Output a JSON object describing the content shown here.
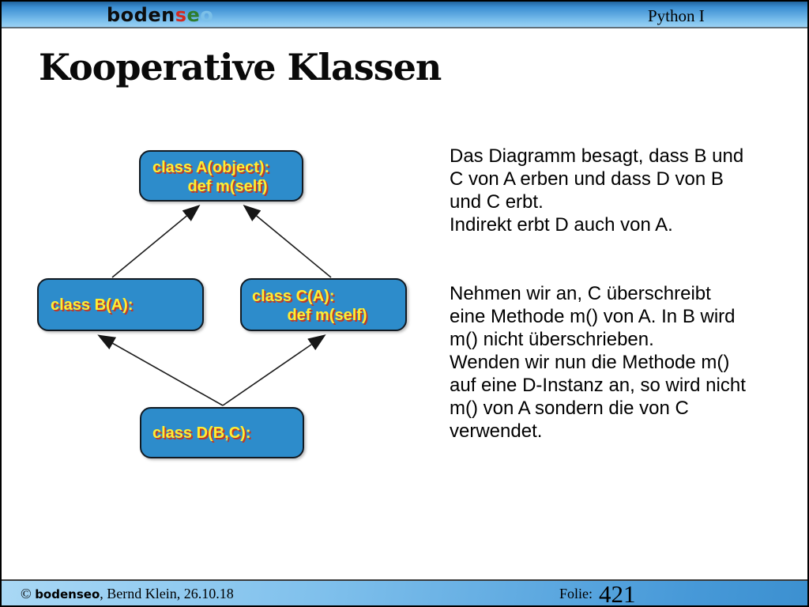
{
  "header": {
    "logo": {
      "part_black": "boden",
      "part_red": "s",
      "part_green": "e",
      "part_blue": "o"
    },
    "course_label": "Python I"
  },
  "slide": {
    "title": "Kooperative Klassen"
  },
  "diagram": {
    "nodes": [
      {
        "id": "A",
        "label": "class A(object):\n        def m(self)"
      },
      {
        "id": "B",
        "label": "class B(A):"
      },
      {
        "id": "C",
        "label": "class C(A):\n        def m(self)"
      },
      {
        "id": "D",
        "label": "class D(B,C):"
      }
    ],
    "edges": [
      {
        "from": "B",
        "to": "A"
      },
      {
        "from": "C",
        "to": "A"
      },
      {
        "from": "D",
        "to": "B"
      },
      {
        "from": "D",
        "to": "C"
      }
    ],
    "node_fill": "#2d8ccb",
    "node_border": "#121a22",
    "node_text_color": "#ffee33",
    "node_text_shadow": "#c03a26"
  },
  "main_text": {
    "paragraph1": "Das Diagramm besagt, dass B und\nC von A erben und dass D von B\nund C erbt.\nIndirekt erbt D auch von A.",
    "paragraph2": "Nehmen wir an, C überschreibt\neine Methode m() von A. In B wird\nm() nicht überschrieben.\nWenden wir nun die Methode m()\nauf eine D-Instanz an, so wird nicht\nm() von A sondern die von C\nverwendet."
  },
  "footer": {
    "copyright_symbol": "© ",
    "author_date": ", Bernd Klein, 26.10.18",
    "slide_label": "Folie:",
    "slide_number": "421"
  },
  "colors": {
    "header_blue_top": "#20639c",
    "header_blue_bottom": "#9bd2f4",
    "footer_blue_left": "#a9d8f5",
    "footer_blue_right": "#3c90d0",
    "logo_red": "#d42a20",
    "logo_green": "#2e7d2e",
    "logo_lightblue": "#7cc0e8"
  }
}
